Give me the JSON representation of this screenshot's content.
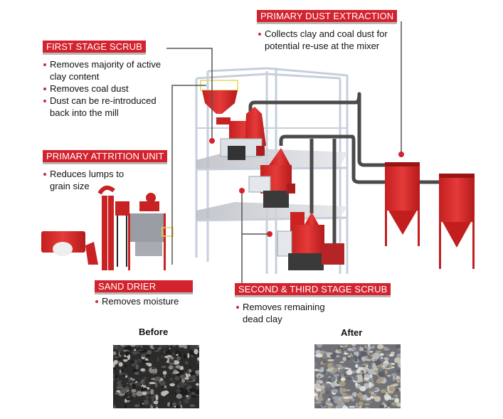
{
  "callouts": {
    "first_stage_scrub": {
      "title": "FIRST STAGE SCRUB",
      "bullets": [
        "Removes majority of active clay content",
        "Removes coal dust",
        "Dust can be re-introduced back into the mill"
      ]
    },
    "primary_dust_extraction": {
      "title": "PRIMARY DUST EXTRACTION",
      "bullets": [
        "Collects clay and coal dust for potential re-use at the mixer"
      ]
    },
    "primary_attrition_unit": {
      "title": "PRIMARY ATTRITION UNIT",
      "bullets": [
        "Reduces lumps to grain size"
      ]
    },
    "sand_drier": {
      "title": "SAND DRIER",
      "bullets": [
        "Removes moisture"
      ]
    },
    "second_third_stage_scrub": {
      "title": "SECOND & THIRD STAGE SCRUB",
      "bullets": [
        "Removes remaining dead clay"
      ]
    }
  },
  "comparison": {
    "before_label": "Before",
    "after_label": "After"
  },
  "colors": {
    "accent_red": "#d3232f",
    "equipment_red": "#d42a2a",
    "duct_gray": "#4a4a4a",
    "frame_blue": "#c9d3e0"
  }
}
